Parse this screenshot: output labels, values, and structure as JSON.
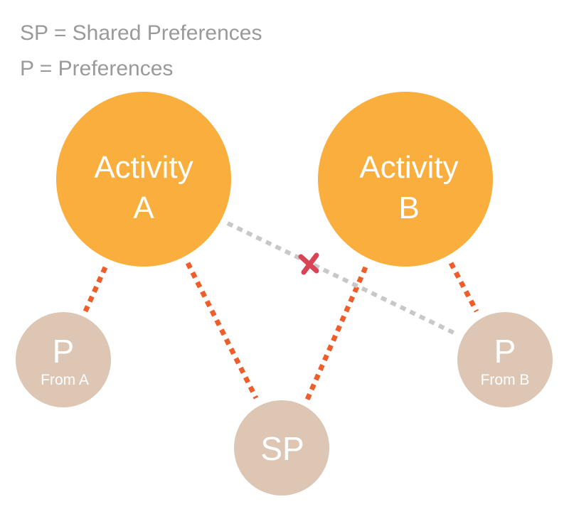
{
  "legend": {
    "line1": "SP = Shared Preferences",
    "line2": "P = Preferences"
  },
  "nodes": {
    "activity_a": {
      "line1": "Activity",
      "line2": "A"
    },
    "activity_b": {
      "line1": "Activity",
      "line2": "B"
    },
    "p_from_a": {
      "letter": "P",
      "caption": "From A"
    },
    "p_from_b": {
      "letter": "P",
      "caption": "From B"
    },
    "sp": {
      "label": "SP"
    }
  },
  "colors": {
    "activity_fill": "#F9AE3D",
    "pref_fill": "#DDC6B3",
    "link_orange": "#EF5E2A",
    "link_gray": "#C8C8C8",
    "blocked_mark": "#D64455",
    "legend_text": "#9A9A9A"
  }
}
